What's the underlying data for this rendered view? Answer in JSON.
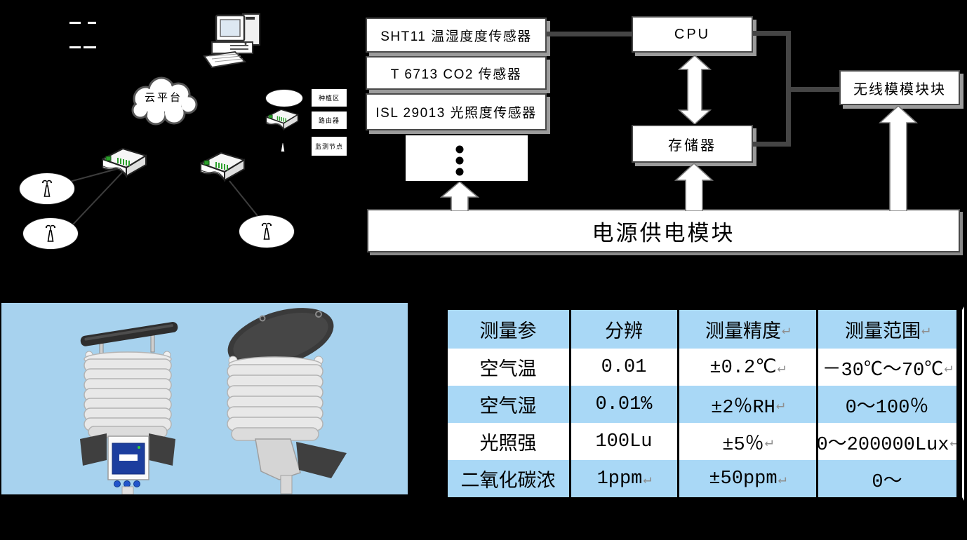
{
  "network_diagram": {
    "cloud_label": "云平台",
    "legend": {
      "items": [
        {
          "label": "种植区"
        },
        {
          "label": "路由器"
        },
        {
          "label": "监测节点"
        }
      ]
    }
  },
  "block_diagram": {
    "sensor_boxes": [
      "SHT11  温湿度度传感器",
      "T 6713 CO2  传感器",
      "ISL 29013  光照度传感器"
    ],
    "cpu_label": "CPU",
    "memory_label": "存储器",
    "wireless_label": "无线模模块块",
    "power_label": "电源供电模块"
  },
  "spec_table": {
    "headers": [
      {
        "t": "测量参",
        "m": ""
      },
      {
        "t": "分辨",
        "m": ""
      },
      {
        "t": "测量精度",
        "m": "↵"
      },
      {
        "t": "测量范围",
        "m": "↵"
      }
    ],
    "rows": [
      {
        "cells": [
          {
            "t": "空气温",
            "m": ""
          },
          {
            "t": "0.01",
            "m": ""
          },
          {
            "t": "±0.2℃",
            "m": "↵"
          },
          {
            "t": "－30℃～70℃",
            "m": "↵"
          }
        ]
      },
      {
        "cells": [
          {
            "t": "空气湿",
            "m": ""
          },
          {
            "t": "0.01%",
            "m": ""
          },
          {
            "t": "±2％RH",
            "m": "↵"
          },
          {
            "t": "0～100％",
            "m": ""
          }
        ]
      },
      {
        "cells": [
          {
            "t": "光照强",
            "m": ""
          },
          {
            "t": "100Lu",
            "m": ""
          },
          {
            "t": "±5％",
            "m": "↵"
          },
          {
            "t": "0～200000Lux",
            "m": "↵"
          }
        ]
      },
      {
        "cells": [
          {
            "t": "二氧化碳浓",
            "m": ""
          },
          {
            "t": "1ppm",
            "m": "↵"
          },
          {
            "t": "±50ppm",
            "m": "↵"
          },
          {
            "t": "0～",
            "m": ""
          }
        ]
      }
    ]
  },
  "colors": {
    "table_blue": "#a9d8f6",
    "photo_background": "#a7d2ee",
    "connector_gray": "#454545",
    "panel_dark": "#3a3a3a"
  }
}
